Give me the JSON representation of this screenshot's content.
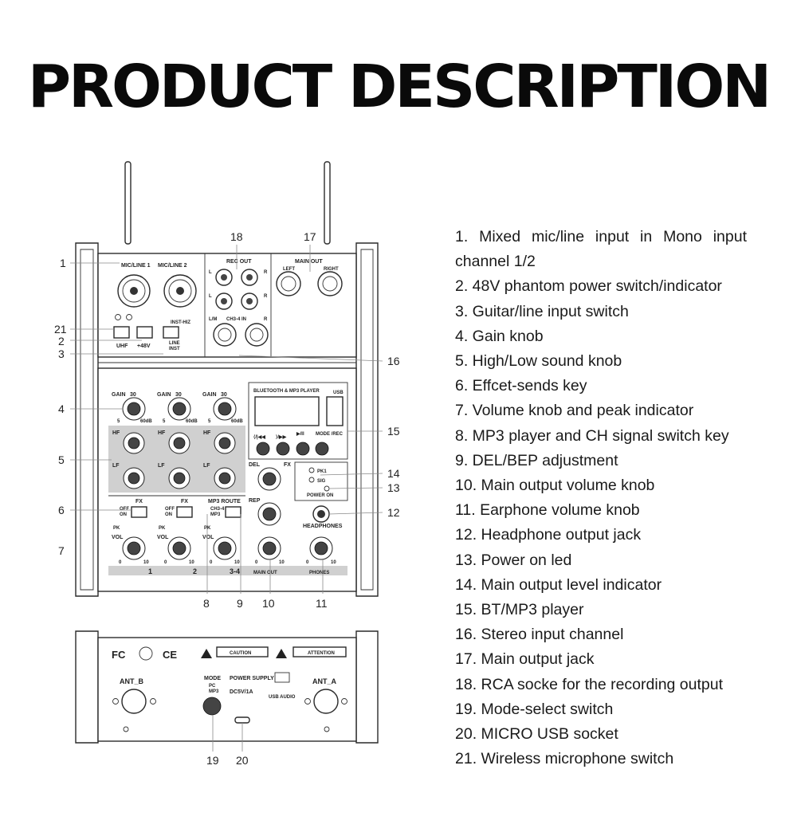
{
  "title": "PRODUCT DESCRIPTION",
  "legend": [
    "1. Mixed mic/line input in Mono input channel 1/2",
    "2. 48V phantom power switch/indicator",
    "3. Guitar/line input switch",
    "4. Gain knob",
    "5. High/Low sound knob",
    "6. Effcet-sends key",
    "7. Volume knob and peak indicator",
    "8. MP3 player and CH signal switch key",
    "9. DEL/BEP adjustment",
    "10. Main output volume knob",
    "11. Earphone volume knob",
    "12. Headphone output jack",
    "13. Power on led",
    "14. Main output level indicator",
    "15. BT/MP3 player",
    "16. Stereo input channel",
    "17. Main output jack",
    "18. RCA socke for the recording output",
    "19. Mode-select switch",
    "20. MICRO USB socket",
    "21. Wireless microphone switch"
  ],
  "callouts": {
    "c1": "1",
    "c2": "2",
    "c3": "3",
    "c4": "4",
    "c5": "5",
    "c6": "6",
    "c7": "7",
    "c8": "8",
    "c9": "9",
    "c10": "10",
    "c11": "11",
    "c12": "12",
    "c13": "13",
    "c14": "14",
    "c15": "15",
    "c16": "16",
    "c17": "17",
    "c18": "18",
    "c19": "19",
    "c20": "20",
    "c21": "21"
  },
  "panel_labels": {
    "mic_line_1": "MIC/LINE 1",
    "mic_line_2": "MIC/LINE 2",
    "rec_out": "REC OUT",
    "main_out": "MAIN OUT",
    "left": "LEFT",
    "right": "RIGHT",
    "l": "L",
    "r": "R",
    "lm": "L/M",
    "ch34_in": "CH3-4 IN",
    "uhf": "UHF",
    "plus48v": "+48V",
    "inst_hiz": "INST-HIZ",
    "line": "LINE",
    "inst": "INST",
    "gain": "GAIN",
    "gain_30": "30",
    "gain_min": "5",
    "gain_max": "60dB",
    "hf": "HF",
    "lf": "LF",
    "fx": "FX",
    "off": "OFF",
    "on": "ON",
    "mp3_route": "MP3 ROUTE",
    "ch34": "CH3-4",
    "mp3": "MP3",
    "del": "DEL",
    "rep": "REP",
    "pk": "PK",
    "vol": "VOL",
    "scale_0": "0",
    "scale_10": "10",
    "ch1": "1",
    "ch2": "2",
    "ch34_strip": "3-4",
    "main_out_strip": "MAIN OUT",
    "phones": "PHONES",
    "bt_mp3": "BLUETOOTH & MP3 PLAYER",
    "usb": "USB",
    "mode_rec": "MODE /REC",
    "prev": "⟨/|◀◀",
    "next": "⟩/▶▶",
    "play": "▶/II",
    "pk1": "PK1",
    "sig": "SIG",
    "power_on": "POWER ON",
    "headphones": "HEADPHONES",
    "fc": "FC",
    "ce": "CE",
    "caution": "CAUTION",
    "attention": "ATTENTION",
    "ant_b": "ANT_B",
    "ant_a": "ANT_A",
    "mode": "MODE",
    "pc": "PC",
    "mp3_mode": "MP3",
    "power_supply": "POWER SUPPLY",
    "dc5v": "DC5V/1A",
    "usb_audio": "USB AUDIO"
  },
  "colors": {
    "shade": "#d0d0d0",
    "outline": "#2a2a2a",
    "lead": "#8a8a8a"
  }
}
